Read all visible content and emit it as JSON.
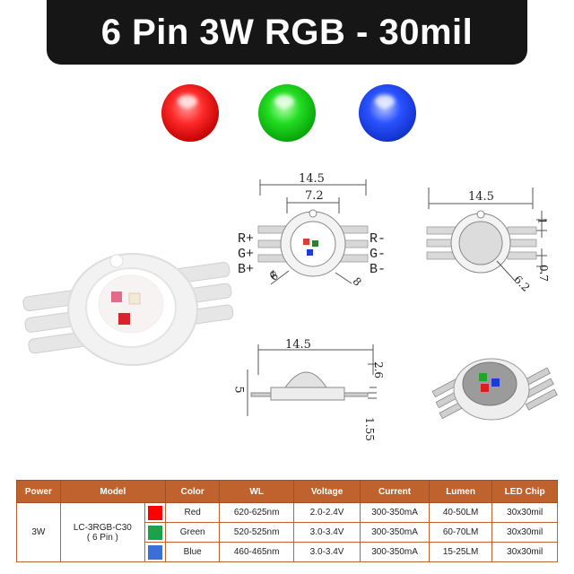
{
  "title": "6 Pin 3W RGB - 30mil",
  "colors": {
    "red": "#ff2a2a",
    "green": "#22dd22",
    "blue": "#2a52ff",
    "header": "#c0622d",
    "title_bg": "#161616"
  },
  "top_view": {
    "width_label": "14.5",
    "inner_label": "7.2",
    "pins_left": [
      "R+",
      "G+",
      "B+"
    ],
    "pins_right": [
      "R-",
      "G-",
      "B-"
    ],
    "dia_small": "6",
    "dia_large": "8"
  },
  "side_view_right": {
    "width_label": "14.5",
    "pin_dim": "1",
    "dia_label": "6.2",
    "gap_label": "0.7"
  },
  "side_view_bottom": {
    "width_label": "14.5",
    "height_label": "5",
    "dome_label": "2.6",
    "base_label": "1.55"
  },
  "table": {
    "headers": [
      "Power",
      "Model",
      "Color",
      "WL",
      "Voltage",
      "Current",
      "Lumen",
      "LED Chip"
    ],
    "power": "3W",
    "model_line1": "LC-3RGB-C30",
    "model_line2": "( 6 Pin )",
    "rows": [
      {
        "color": "Red",
        "swatch": "#ff0000",
        "wl": "620-625nm",
        "voltage": "2.0-2.4V",
        "current": "300-350mA",
        "lumen": "40-50LM",
        "chip": "30x30mil"
      },
      {
        "color": "Green",
        "swatch": "#1aa34a",
        "wl": "520-525nm",
        "voltage": "3.0-3.4V",
        "current": "300-350mA",
        "lumen": "60-70LM",
        "chip": "30x30mil"
      },
      {
        "color": "Blue",
        "swatch": "#3a6fd8",
        "wl": "460-465nm",
        "voltage": "3.0-3.4V",
        "current": "300-350mA",
        "lumen": "15-25LM",
        "chip": "30x30mil"
      }
    ]
  }
}
